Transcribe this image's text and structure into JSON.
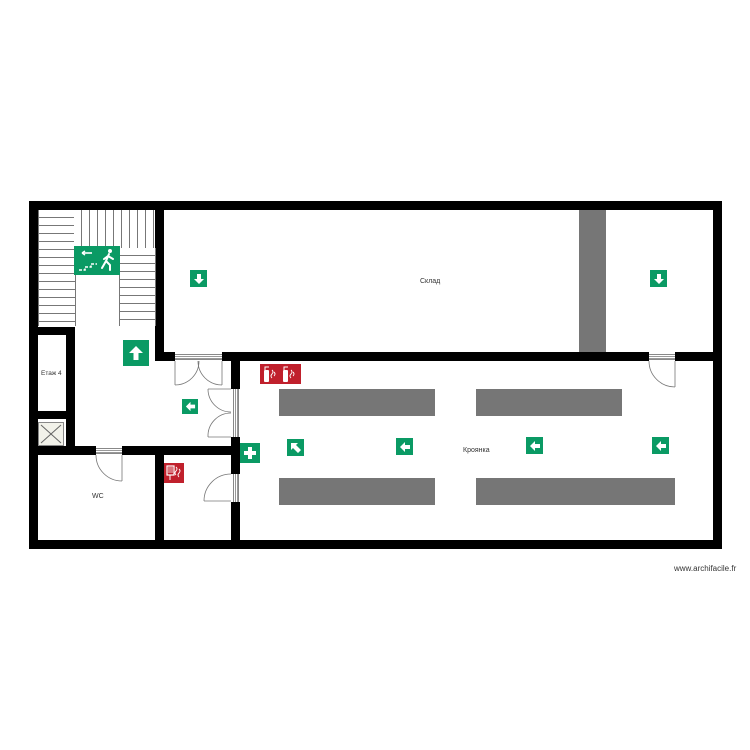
{
  "plan": {
    "rooms": [
      {
        "id": "storage",
        "label": "Склад"
      },
      {
        "id": "kitchen",
        "label": "Кроянка"
      },
      {
        "id": "wc",
        "label": "WC"
      },
      {
        "id": "floor",
        "label": "Етаж 4"
      }
    ],
    "signs": {
      "exit_stairs": "emergency-exit-stairs-left",
      "arrow_up": "arrow-up",
      "arrow_left": "arrow-left",
      "arrow_down": "arrow-down",
      "arrow_up_left": "arrow-diagonal-up-left",
      "first_aid": "first-aid-cross",
      "fire_extinguishers": "fire-extinguisher",
      "fire_hose": "fire-hose-reel"
    },
    "colors": {
      "wall": "#000000",
      "safety_green": "#0a9a64",
      "fire_red": "#c0202c",
      "shelf_gray": "#767676"
    }
  },
  "watermark": "www.archifacile.fr"
}
